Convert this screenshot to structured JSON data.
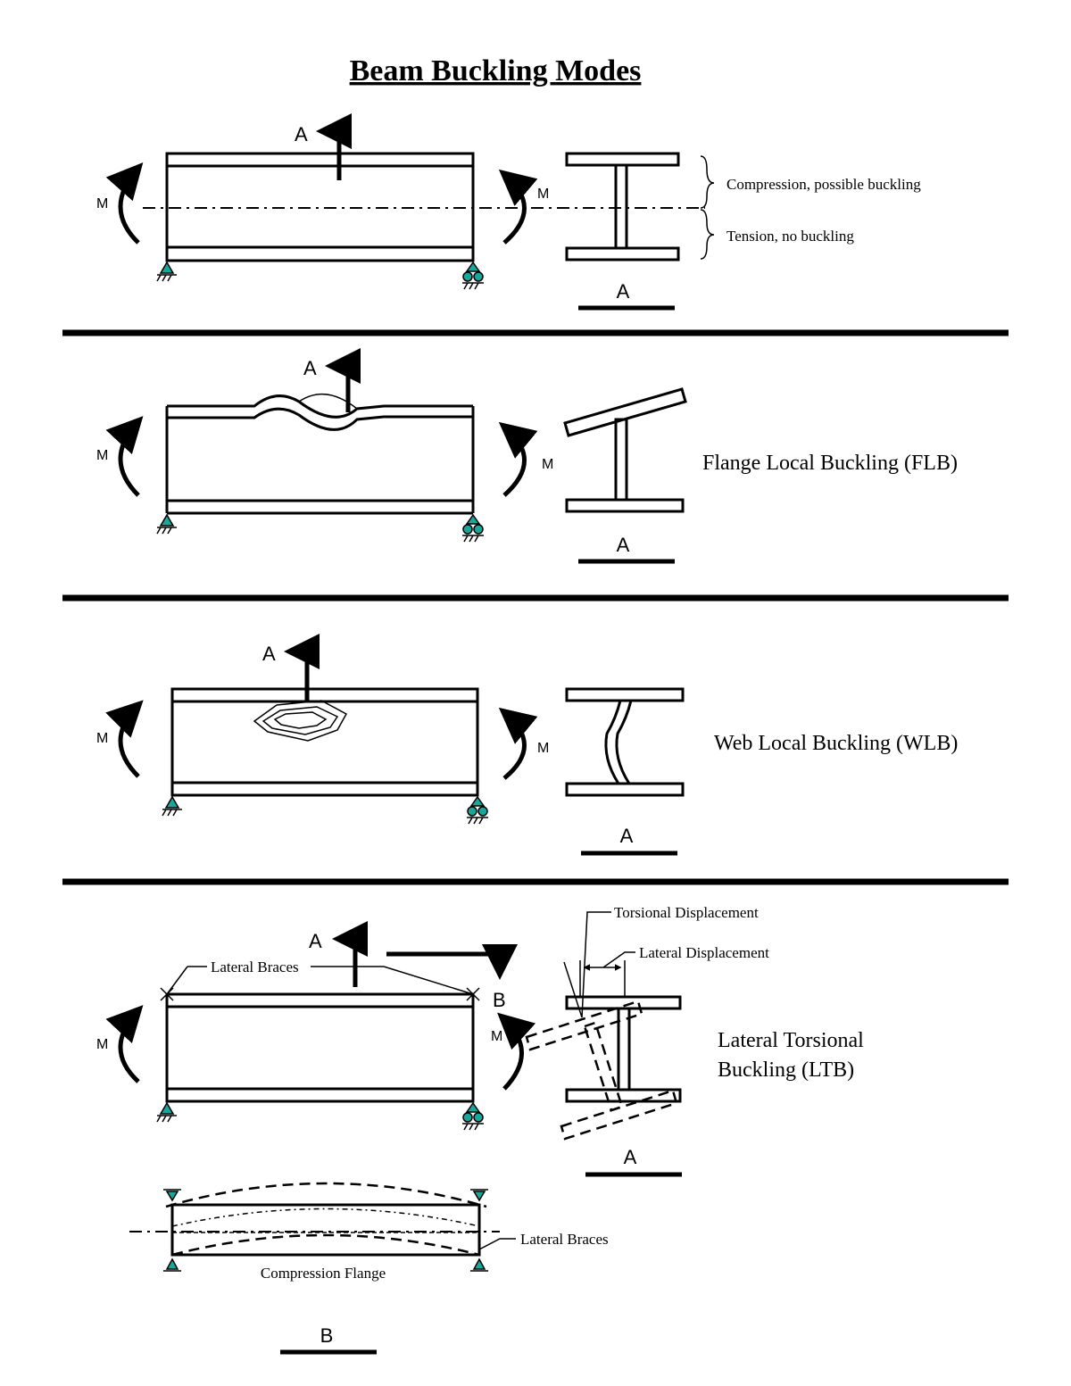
{
  "title": "Beam Buckling Modes",
  "panel1": {
    "moment_left": "M",
    "moment_right": "M",
    "section_mark": "A",
    "section_caption": "A",
    "compression_note": "Compression, possible buckling",
    "tension_note": "Tension, no buckling"
  },
  "panel2": {
    "moment_left": "M",
    "moment_right": "M",
    "section_mark": "A",
    "section_caption": "A",
    "mode_label": "Flange Local Buckling (FLB)"
  },
  "panel3": {
    "moment_left": "M",
    "moment_right": "M",
    "section_mark": "A",
    "section_caption": "A",
    "mode_label": "Web Local Buckling (WLB)"
  },
  "panel4": {
    "moment_left": "M",
    "moment_right": "M",
    "section_mark_a": "A",
    "section_mark_b": "B",
    "lateral_braces": "Lateral Braces",
    "torsional_displacement": "Torsional Displacement",
    "lateral_displacement": "Lateral Displacement",
    "mode_label_line1": "Lateral Torsional",
    "mode_label_line2": "Buckling (LTB)",
    "section_caption": "A",
    "plan_braces": "Lateral Braces",
    "compression_flange": "Compression Flange",
    "plan_caption": "B"
  },
  "colors": {
    "support": "#18a79b",
    "ink": "#000000"
  }
}
